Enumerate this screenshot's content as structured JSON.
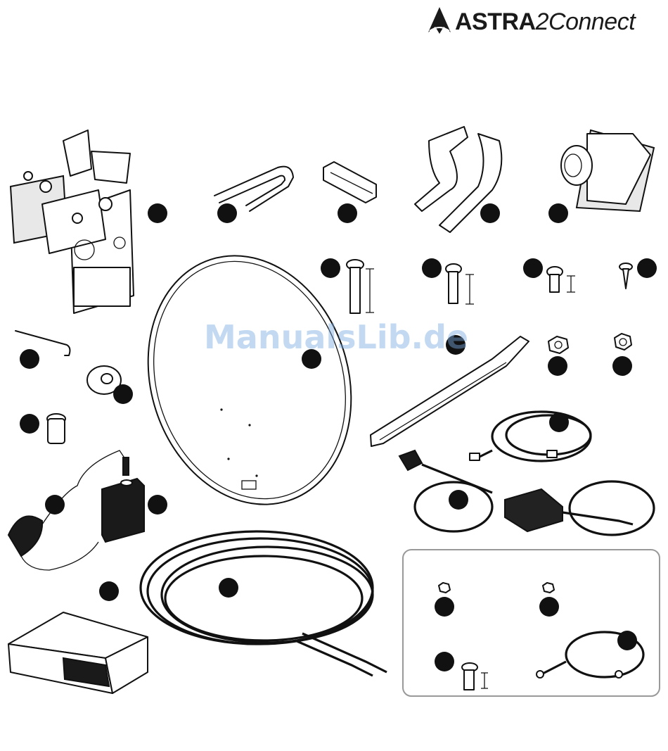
{
  "header": {
    "brand_main": "ASTRA",
    "brand_suffix": "2Connect"
  },
  "watermark": "ManualsLib.de",
  "colors": {
    "ink": "#111111",
    "watermark": "#7aaae1",
    "box_border": "#999999"
  }
}
